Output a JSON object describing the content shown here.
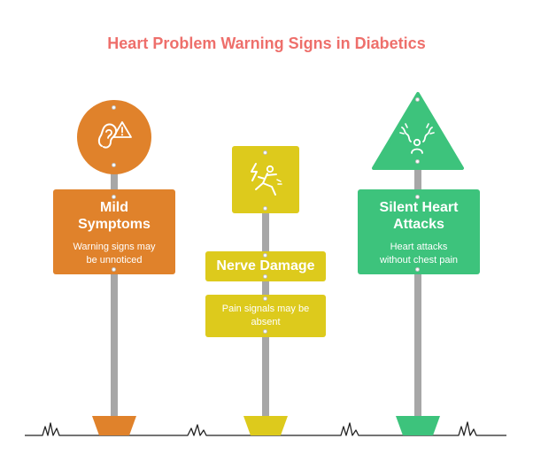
{
  "title": "Heart Problem Warning Signs in Diabetics",
  "colors": {
    "title": "#EE6F6B",
    "orange": "#E0822B",
    "yellow": "#DDCA1C",
    "green": "#3DC37C",
    "pole": "#A7A7A7",
    "ground": "#222222"
  },
  "signs": [
    {
      "title_line1": "Mild",
      "title_line2": "Symptoms",
      "description_line1": "Warning signs may",
      "description_line2": "be unnoticed",
      "icon": "ear-warning-icon",
      "color": "#E0822B"
    },
    {
      "title": "Nerve Damage",
      "description_line1": "Pain signals may be",
      "description_line2": "absent",
      "icon": "electric-shock-fall-icon",
      "color": "#DDCA1C"
    },
    {
      "title_line1": "Silent Heart",
      "title_line2": "Attacks",
      "description_line1": "Heart attacks",
      "description_line2": "without chest pain",
      "icon": "person-alert-icon",
      "color": "#3DC37C"
    }
  ]
}
